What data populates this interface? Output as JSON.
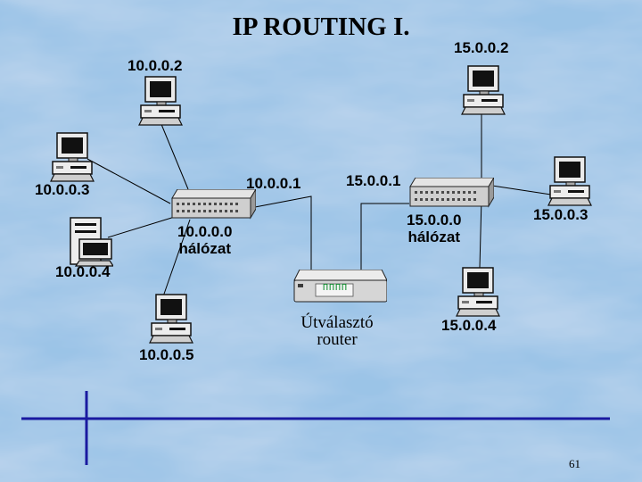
{
  "title": "IP ROUTING I.",
  "page_number": "61",
  "network_a": {
    "label_line1": "10.0.0.0",
    "label_line2": "hálózat",
    "hub_ip": "10.0.0.1",
    "hosts": [
      "10.0.0.2",
      "10.0.0.3",
      "10.0.0.4",
      "10.0.0.5"
    ]
  },
  "network_b": {
    "label_line1": "15.0.0.0",
    "label_line2": "hálózat",
    "hub_ip": "15.0.0.1",
    "hosts": [
      "15.0.0.2",
      "15.0.0.3",
      "15.0.0.4"
    ]
  },
  "router": {
    "label_line1": "Útválasztó",
    "label_line2": "router",
    "leds": "ΠΠΠΠ"
  },
  "colors": {
    "background": "#6e9fcd",
    "links": "#000000",
    "rule": "#1a1aa0"
  }
}
